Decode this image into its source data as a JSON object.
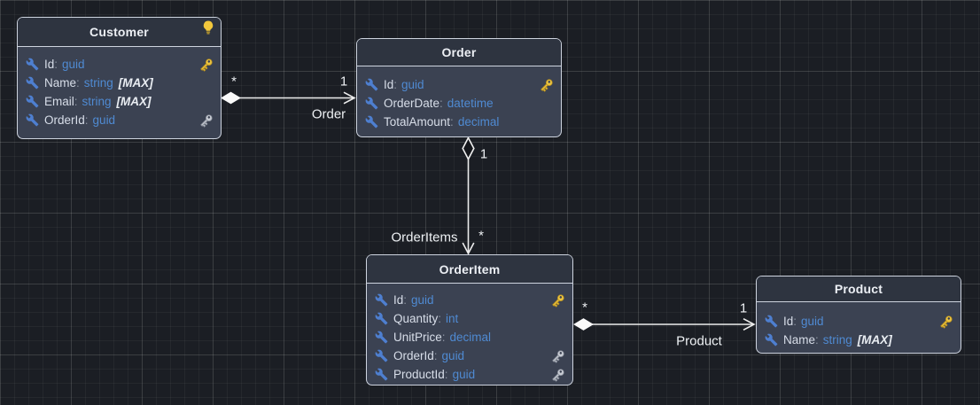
{
  "diagram": {
    "field_separator": ":",
    "entities": [
      {
        "name": "Customer",
        "hint_bulb": true,
        "fields": [
          {
            "name": "Id",
            "type": "guid",
            "suffix": "",
            "key": "primary"
          },
          {
            "name": "Name",
            "type": "string",
            "suffix": "[MAX]",
            "key": ""
          },
          {
            "name": "Email",
            "type": "string",
            "suffix": "[MAX]",
            "key": ""
          },
          {
            "name": "OrderId",
            "type": "guid",
            "suffix": "",
            "key": "foreign"
          }
        ]
      },
      {
        "name": "Order",
        "hint_bulb": false,
        "fields": [
          {
            "name": "Id",
            "type": "guid",
            "suffix": "",
            "key": "primary"
          },
          {
            "name": "OrderDate",
            "type": "datetime",
            "suffix": "",
            "key": ""
          },
          {
            "name": "TotalAmount",
            "type": "decimal",
            "suffix": "",
            "key": ""
          }
        ]
      },
      {
        "name": "OrderItem",
        "hint_bulb": false,
        "fields": [
          {
            "name": "Id",
            "type": "guid",
            "suffix": "",
            "key": "primary"
          },
          {
            "name": "Quantity",
            "type": "int",
            "suffix": "",
            "key": ""
          },
          {
            "name": "UnitPrice",
            "type": "decimal",
            "suffix": "",
            "key": ""
          },
          {
            "name": "OrderId",
            "type": "guid",
            "suffix": "",
            "key": "foreign"
          },
          {
            "name": "ProductId",
            "type": "guid",
            "suffix": "",
            "key": "foreign"
          }
        ]
      },
      {
        "name": "Product",
        "hint_bulb": false,
        "fields": [
          {
            "name": "Id",
            "type": "guid",
            "suffix": "",
            "key": "primary"
          },
          {
            "name": "Name",
            "type": "string",
            "suffix": "[MAX]",
            "key": ""
          }
        ]
      }
    ],
    "relationships": [
      {
        "label": "Order",
        "source": "Customer",
        "target": "Order",
        "source_multiplicity": "*",
        "target_multiplicity": "1"
      },
      {
        "label": "OrderItems",
        "source": "Order",
        "target": "OrderItem",
        "source_multiplicity": "1",
        "target_multiplicity": "*"
      },
      {
        "label": "Product",
        "source": "OrderItem",
        "target": "Product",
        "source_multiplicity": "*",
        "target_multiplicity": "1"
      }
    ],
    "icons": {
      "property": "wrench-icon",
      "primary_key": "gold-key-icon",
      "foreign_key": "silver-key-icon",
      "hint": "lightbulb-icon"
    },
    "colors": {
      "canvas_background": "#1b1e24",
      "entity_header": "#2e3440",
      "entity_body": "#3b4252",
      "entity_border": "#ced4df",
      "field_text": "#d8dee9",
      "type_text": "#4f8ad2",
      "connector": "#ededed",
      "primary_key_gold": "#ecc440",
      "foreign_key_silver": "#c7cbd3",
      "hint_bulb_yellow": "#f2c73c",
      "property_icon_blue": "#4e7fd0"
    }
  }
}
